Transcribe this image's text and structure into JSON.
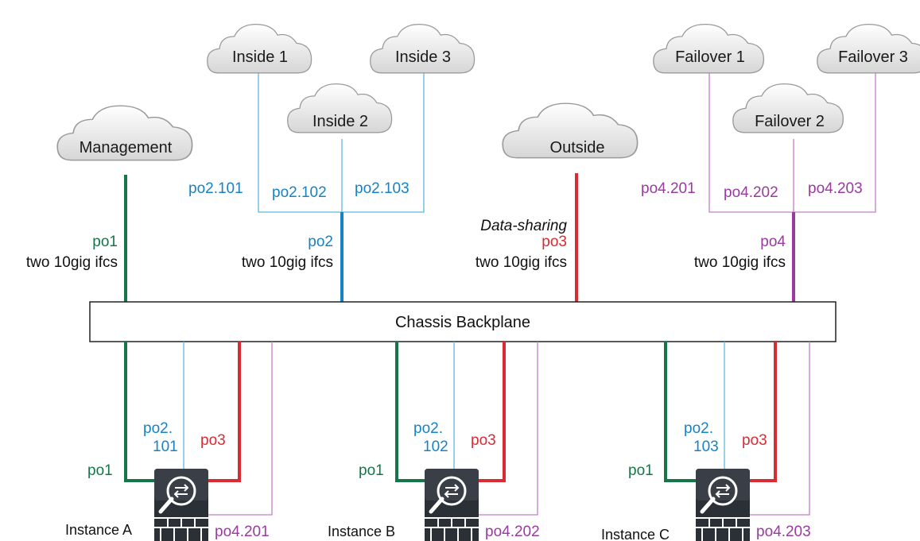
{
  "clouds": {
    "inside1": "Inside 1",
    "inside2": "Inside 2",
    "inside3": "Inside 3",
    "management": "Management",
    "outside": "Outside",
    "failover1": "Failover 1",
    "failover2": "Failover 2",
    "failover3": "Failover 3"
  },
  "subinterfaces": {
    "po2_101": "po2.101",
    "po2_102": "po2.102",
    "po2_103": "po2.103",
    "po4_201": "po4.201",
    "po4_202": "po4.202",
    "po4_203": "po4.203"
  },
  "uplinks": {
    "po1": "po1",
    "po2": "po2",
    "po3": "po3",
    "po4": "po4",
    "data_sharing": "Data-sharing",
    "ifcs": "two 10gig ifcs"
  },
  "backplane": "Chassis Backplane",
  "instances": [
    {
      "name": "Instance A",
      "po1": "po1",
      "po2_top": "po2.",
      "po2_bottom": "101",
      "po3": "po3",
      "po4": "po4.201"
    },
    {
      "name": "Instance B",
      "po1": "po1",
      "po2_top": "po2.",
      "po2_bottom": "102",
      "po3": "po3",
      "po4": "po4.202"
    },
    {
      "name": "Instance C",
      "po1": "po1",
      "po2_top": "po2.",
      "po2_bottom": "103",
      "po3": "po3",
      "po4": "po4.203"
    }
  ],
  "colors": {
    "management": "#17754a",
    "inside": "#1782c4",
    "outside": "#d92b32",
    "failover": "#9a3aa0"
  }
}
